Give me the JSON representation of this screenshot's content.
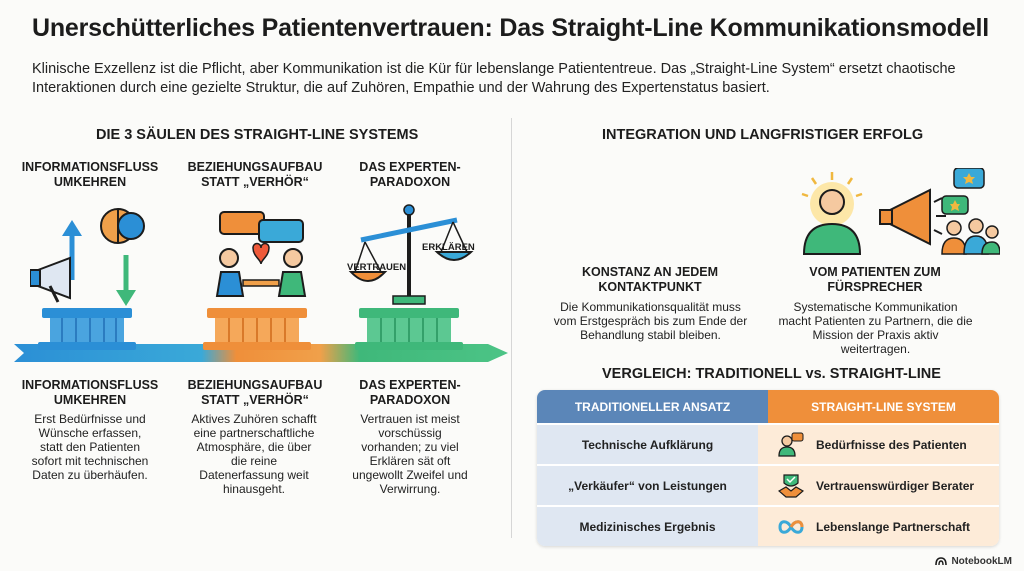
{
  "header": {
    "title": "Unerschütterliches Patientenvertrauen: Das Straight-Line Kommunikationsmodell",
    "subtitle": "Klinische Exzellenz ist die Pflicht, aber Kommunikation ist die Kür für lebenslange Patiententreue. Das „Straight-Line System“ ersetzt chaotische Interaktionen durch eine gezielte Struktur, die auf Zuhören, Empathie und der Wahrung des Expertenstatus basiert."
  },
  "pillars": {
    "section_title": "DIE 3 SÄULEN DES STRAIGHT-LINE SYSTEMS",
    "items": [
      {
        "title": "INFORMATIONSFLUSS UMKEHREN",
        "desc": "Erst Bedürfnisse und Wünsche erfassen, statt den Patienten sofort mit technischen Daten zu überhäufen."
      },
      {
        "title": "BEZIEHUNGSAUFBAU STATT „VERHÖR“",
        "desc": "Aktives Zuhören schafft eine partnerschaftliche Atmosphäre, die über die reine Datenerfassung weit hinausgeht."
      },
      {
        "title": "DAS EXPERTEN-PARADOXON",
        "desc": "Vertrauen ist meist vorschüssig vorhanden; zu viel Erklären sät oft ungewollt Zweifel und Verwirrung.",
        "scale_left": "VERTRAUEN",
        "scale_right": "ERKLÄREN"
      }
    ]
  },
  "integration": {
    "section_title": "INTEGRATION UND LANGFRISTIGER ERFOLG",
    "items": [
      {
        "title": "KONSTANZ AN JEDEM KONTAKTPUNKT",
        "desc": "Die Kommunikationsqualität muss vom Erstgespräch bis zum Ende der Behandlung stabil bleiben."
      },
      {
        "title": "VOM PATIENTEN ZUM FÜRSPRECHER",
        "desc": "Systematische Kommunikation macht Patienten zu Partnern, die die Mission der Praxis aktiv weitertragen."
      }
    ]
  },
  "comparison": {
    "section_title": "VERGLEICH: TRADITIONELL vs. STRAIGHT-LINE",
    "left_header": "TRADITIONELLER ANSATZ",
    "right_header": "STRAIGHT-LINE SYSTEM",
    "rows": [
      {
        "left": "Technische Aufklärung",
        "right": "Bedürfnisse des Patienten",
        "icon": "patient-needs-icon"
      },
      {
        "left": "„Verkäufer“ von Leistungen",
        "right": "Vertrauenswürdiger Berater",
        "icon": "handshake-icon"
      },
      {
        "left": "Medizinisches Ergebnis",
        "right": "Lebenslange Partnerschaft",
        "icon": "infinity-icon"
      }
    ]
  },
  "footer": {
    "brand": "NotebookLM"
  },
  "colors": {
    "blue": "#2b8fd6",
    "orange": "#ef8f3a",
    "green": "#3fb87a",
    "table_left": "#5b86b8",
    "table_right": "#ef8f3a"
  }
}
